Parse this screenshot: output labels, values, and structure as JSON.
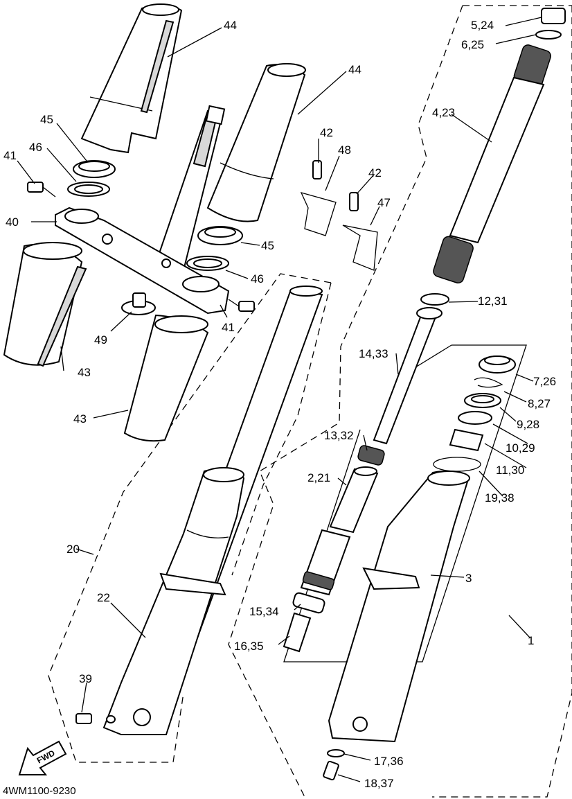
{
  "diagram": {
    "drawing_code": "4WM1100-9230",
    "direction_arrow": "FWD",
    "callouts": {
      "c44a": "44",
      "c44b": "44",
      "c45a": "45",
      "c45b": "45",
      "c46a": "46",
      "c46b": "46",
      "c41a": "41",
      "c41b": "41",
      "c40": "40",
      "c42a": "42",
      "c42b": "42",
      "c48": "48",
      "c47": "47",
      "c49": "49",
      "c43a": "43",
      "c43b": "43",
      "c5_24": "5,24",
      "c6_25": "6,25",
      "c4_23": "4,23",
      "c12_31": "12,31",
      "c14_33": "14,33",
      "c13_32": "13,32",
      "c2_21": "2,21",
      "c15_34": "15,34",
      "c16_35": "16,35",
      "c7_26": "7,26",
      "c8_27": "8,27",
      "c9_28": "9,28",
      "c10_29": "10,29",
      "c11_30": "11,30",
      "c19_38": "19,38",
      "c3": "3",
      "c1": "1",
      "c20": "20",
      "c22": "22",
      "c39": "39",
      "c17_36": "17,36",
      "c18_37": "18,37"
    }
  }
}
